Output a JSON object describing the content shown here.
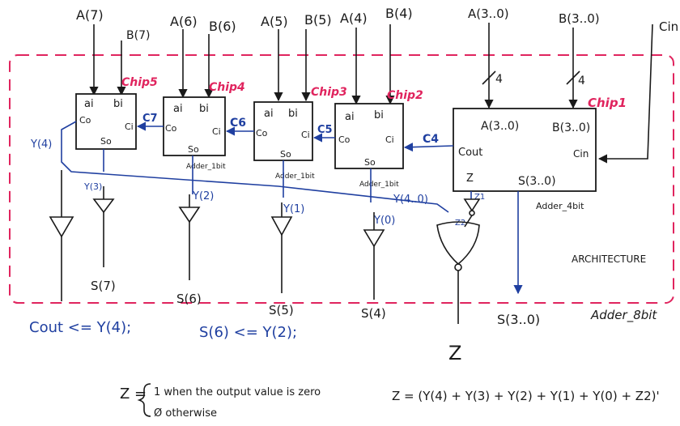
{
  "inputs": {
    "a7": "A(7)",
    "b7": "B(7)",
    "a6": "A(6)",
    "b6": "B(6)",
    "a5": "A(5)",
    "b5": "B(5)",
    "a4": "A(4)",
    "b4": "B(4)",
    "a30": "A(3..0)",
    "b30": "B(3..0)",
    "cin": "Cin",
    "bus4a": "4",
    "bus4b": "4"
  },
  "chips": {
    "chip5": "Chip5",
    "chip4": "Chip4",
    "chip3": "Chip3",
    "chip2": "Chip2",
    "chip1": "Chip1",
    "pin_ai": "ai",
    "pin_bi": "bi",
    "pin_co": "Co",
    "pin_ci": "Ci",
    "pin_so": "So",
    "adder1bit": "Adder_1bit",
    "adder4bit": "Adder_4bit",
    "c1_a": "A(3..0)",
    "c1_b": "B(3..0)",
    "c1_cout": "Cout",
    "c1_cin": "Cin",
    "c1_z": "Z",
    "c1_s": "S(3..0)"
  },
  "carries": {
    "c7": "C7",
    "c6": "C6",
    "c5": "C5",
    "c4": "C4"
  },
  "signals": {
    "y4": "Y(4)",
    "y3": "Y(3)",
    "y2": "Y(2)",
    "y1": "Y(1)",
    "y0": "Y(0)",
    "ybus": "Y(4..0)",
    "z1": "Z1",
    "z2": "Z2"
  },
  "outputs": {
    "s7": "S(7)",
    "s6": "S(6)",
    "s5": "S(5)",
    "s4": "S(4)",
    "s30": "S(3..0)",
    "z": "Z"
  },
  "frame": {
    "architecture": "ARCHITECTURE",
    "adder8bit": "Adder_8bit"
  },
  "equations": {
    "cout_eq": "Cout <= Y(4);",
    "s6_eq": "S(6) <= Y(2);",
    "z_def_lhs": "Z =",
    "z_def_1": "1  when the output value is zero",
    "z_def_0": "Ø  otherwise",
    "z_expr": "Z = (Y(4) + Y(3) + Y(2) + Y(1) + Y(0) + Z2)'"
  },
  "colors": {
    "ink": "#1a1a1a",
    "blue": "#1f3fa0",
    "red": "#e0245e"
  }
}
